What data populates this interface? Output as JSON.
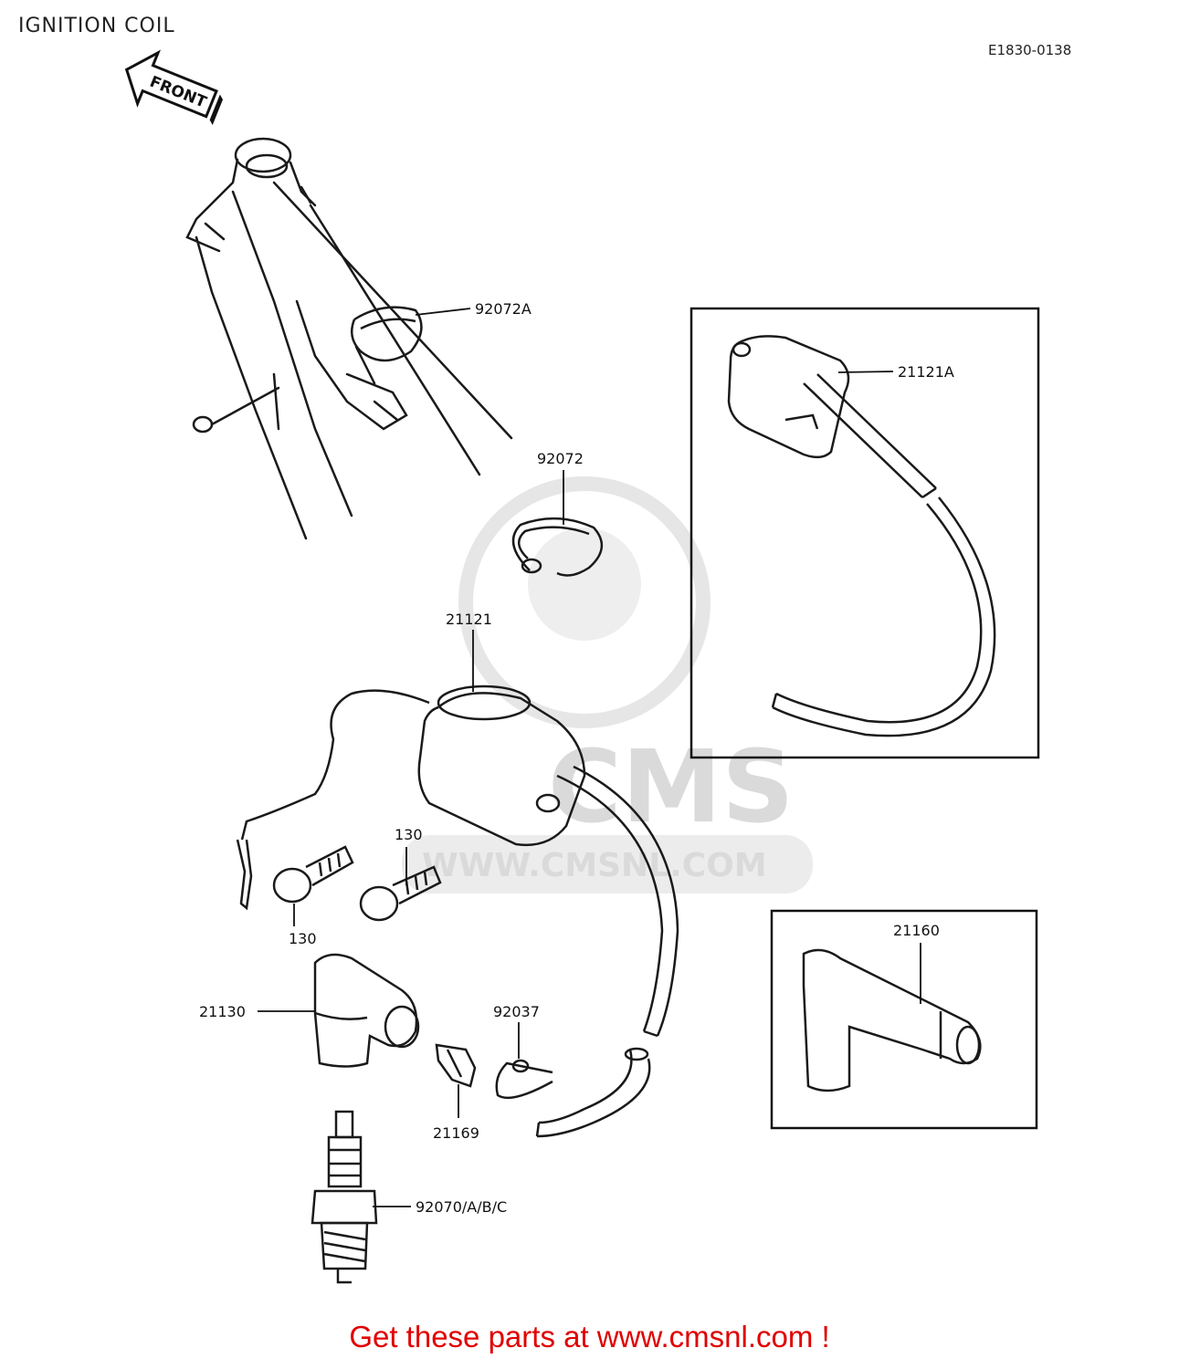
{
  "header": {
    "title": "IGNITION COIL",
    "diagram_code": "E1830-0138",
    "front_arrow_label": "FRONT"
  },
  "parts": [
    {
      "ref": "92072A"
    },
    {
      "ref": "21121A"
    },
    {
      "ref": "92072"
    },
    {
      "ref": "21121"
    },
    {
      "ref": "130"
    },
    {
      "ref": "130"
    },
    {
      "ref": "21160"
    },
    {
      "ref": "21130"
    },
    {
      "ref": "92037"
    },
    {
      "ref": "21169"
    },
    {
      "ref": "92070/A/B/C"
    }
  ],
  "watermark": {
    "brand": "CMS",
    "url": "WWW.CMSNL.COM"
  },
  "footer": {
    "cta": "Get these parts at www.cmsnl.com !",
    "color": "#e00000"
  }
}
